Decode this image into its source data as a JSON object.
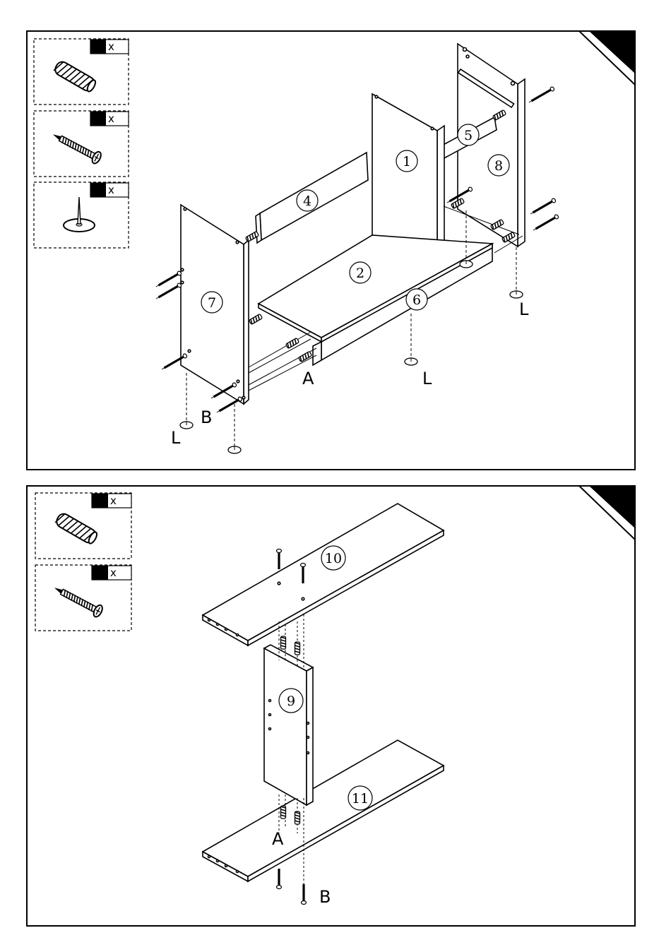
{
  "step1": {
    "parts": {
      "p1": "1",
      "p2": "2",
      "p4": "4",
      "p5": "5",
      "p6": "6",
      "p7": "7",
      "p8": "8"
    },
    "labels": {
      "A": "A",
      "B": "B",
      "L1": "L",
      "L2": "L",
      "L3": "L"
    },
    "hardware": [
      {
        "icon": "wooden-dowel-icon",
        "qty_suffix": "x"
      },
      {
        "icon": "screw-icon",
        "qty_suffix": "x"
      },
      {
        "icon": "furniture-glide-icon",
        "qty_suffix": "x"
      }
    ]
  },
  "step2": {
    "parts": {
      "p9": "9",
      "p10": "10",
      "p11": "11"
    },
    "labels": {
      "A": "A",
      "B": "B"
    },
    "hardware": [
      {
        "icon": "wooden-dowel-icon",
        "qty_suffix": "x"
      },
      {
        "icon": "screw-icon",
        "qty_suffix": "x"
      }
    ]
  }
}
